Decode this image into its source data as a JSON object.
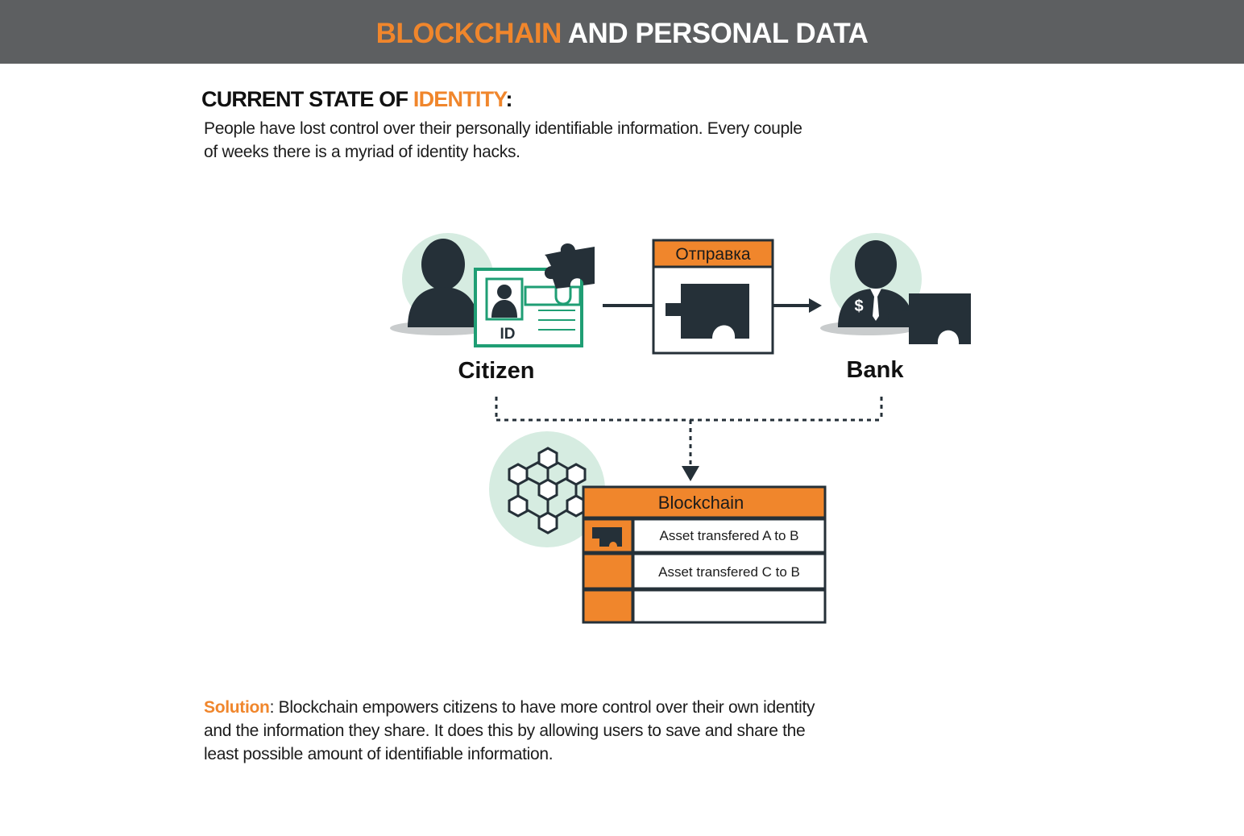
{
  "header": {
    "title_accent": "BLOCKCHAIN",
    "title_rest": " AND PERSONAL DATA"
  },
  "section": {
    "heading_prefix": "CURRENT STATE OF ",
    "heading_accent": "IDENTITY",
    "heading_suffix": ":",
    "intro": "People have lost control over their personally identifiable information. Every couple of weeks there is a myriad of identity hacks."
  },
  "diagram": {
    "citizen_label": "Citizen",
    "id_card_text": "ID",
    "transfer_label": "Отправка",
    "bank_label": "Bank",
    "bank_symbol": "$",
    "blockchain_title": "Blockchain",
    "ledger_rows": [
      "Asset transfered A to B",
      "Asset transfered C to B",
      ""
    ],
    "colors": {
      "accent": "#f0862c",
      "dark": "#253038",
      "green": "#1f9e74",
      "mint": "#d6ece1"
    },
    "icons": [
      "person-icon",
      "id-card-icon",
      "puzzle-piece-icon",
      "banker-icon",
      "blockchain-cubes-icon"
    ]
  },
  "solution": {
    "label": "Solution",
    "separator": ":  ",
    "text": "Blockchain empowers citizens to have more control over their own identity and the information they share. It does this by allowing users to save and share the least possible amount of identifiable information."
  }
}
